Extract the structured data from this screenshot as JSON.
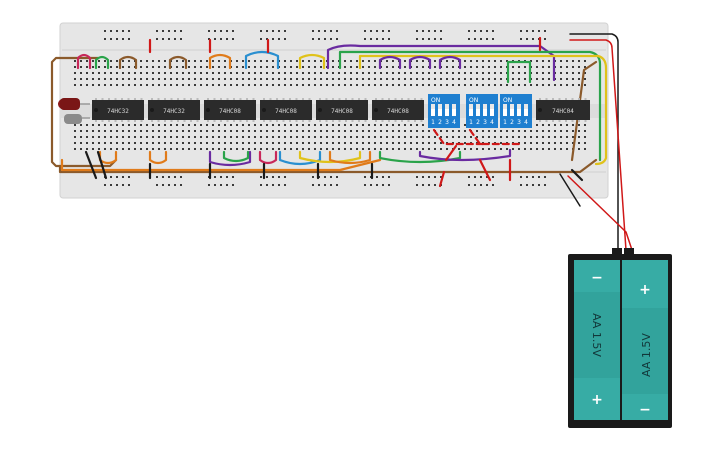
{
  "breadboard": {
    "body_color": "#e6e6e6",
    "hole_color": "#3a3a3a"
  },
  "chips": [
    {
      "label": "74HC32"
    },
    {
      "label": "74HC32"
    },
    {
      "label": "74HC08"
    },
    {
      "label": "74HC08"
    },
    {
      "label": "74HC08"
    },
    {
      "label": "74HC08"
    },
    {
      "label": "74HC04"
    }
  ],
  "dip_switches": [
    {
      "on_label": "ON",
      "numbers": [
        "1",
        "2",
        "3",
        "4"
      ]
    },
    {
      "on_label": "ON",
      "numbers": [
        "1",
        "2",
        "3",
        "4"
      ]
    },
    {
      "on_label": "ON",
      "numbers": [
        "1",
        "2",
        "3",
        "4"
      ]
    }
  ],
  "battery_pack": {
    "cells": [
      {
        "label": "AA 1.5V",
        "top_sign": "−",
        "bottom_sign": "+"
      },
      {
        "label": "AA 1.5V",
        "top_sign": "+",
        "bottom_sign": "−"
      }
    ],
    "cell_color": "#3cbcb4",
    "case_color": "#1a1a1a"
  },
  "leds": [
    {
      "color": "#8b1a1a"
    },
    {
      "color": "#888888"
    }
  ],
  "wire_colors": [
    "#8b5a2b",
    "#e07b1a",
    "#6a2ba0",
    "#2aa34a",
    "#e0c21a",
    "#c8285a",
    "#2a8fd0",
    "#1a1a1a",
    "#d01818"
  ]
}
